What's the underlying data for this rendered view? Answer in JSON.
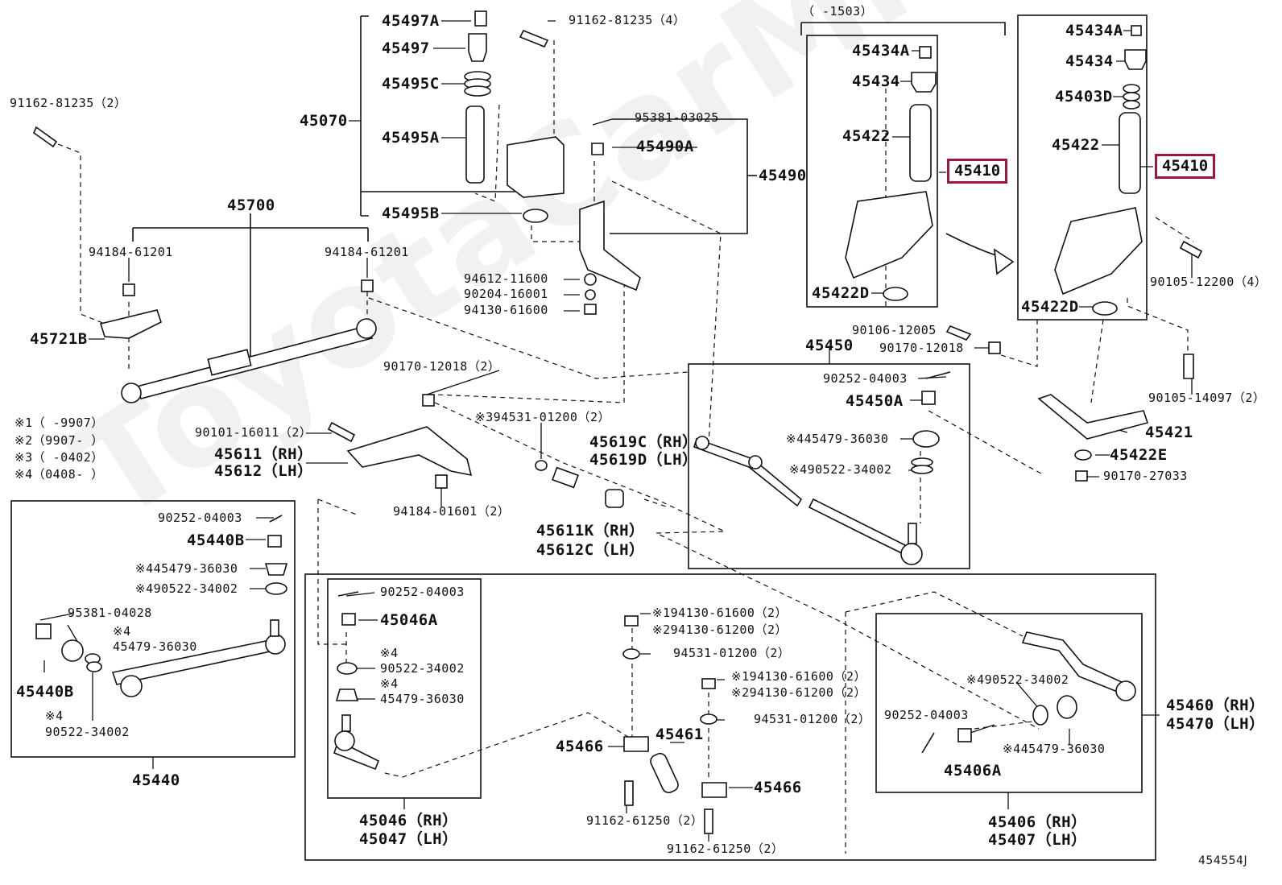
{
  "watermark": "ToyotaCarMine.ru",
  "figure_code": "454554J",
  "highlight_color": "#a0153e",
  "date_notes": [
    "※1（      -9907）",
    "※2（9907-      ）",
    "※3（      -0402）",
    "※4（0408-      ）"
  ],
  "left_assembly_labels": {
    "l_91162_81235_2": "91162-81235（2）",
    "l_45700": "45700",
    "l_94184_61201_a": "94184-61201",
    "l_94184_61201_b": "94184-61201",
    "l_45721B": "45721B",
    "l_90101_16011": "90101-16011（2）",
    "l_45611": "45611（RH）",
    "l_45612": "45612（LH）",
    "l_94184_01601": "94184-01601（2）",
    "l_90170_12018_2": "90170-12018（2）",
    "l_394531": "※394531-01200（2）",
    "l_45619C": "45619C（RH）",
    "l_45619D": "45619D（LH）",
    "l_45611K": "45611K（RH）",
    "l_45612C": "45612C（LH）"
  },
  "idler_labels": {
    "l_45497A": "45497A",
    "l_45497": "45497",
    "l_45495C": "45495C",
    "l_45070": "45070",
    "l_45495A": "45495A",
    "l_45495B": "45495B",
    "l_91162_81235_4": "91162-81235（4）",
    "l_95381_03025": "95381-03025",
    "l_45490A": "45490A",
    "l_45490": "45490",
    "l_94612": "94612-11600",
    "l_90204": "90204-16001",
    "l_94130": "94130-61600"
  },
  "pitman_labels": {
    "l_1503": "（      -1503）",
    "l_45434A_a": "45434A",
    "l_45434_a": "45434",
    "l_45422_a": "45422",
    "l_45422D_a": "45422D",
    "l_45434A_b": "45434A",
    "l_45434_b": "45434",
    "l_45403D": "45403D",
    "l_45422_b": "45422",
    "l_45422D_b": "45422D",
    "l_90105_12200": "90105-12200（4）",
    "l_90106_12005": "90106-12005",
    "l_90170_12018": "90170-12018",
    "l_90105_14097": "90105-14097（2）",
    "l_45421": "45421",
    "l_45422E": "45422E",
    "l_90170_27033": "90170-27033"
  },
  "highlighted_parts": [
    "45410",
    "45410"
  ],
  "center_rod_labels": {
    "l_45450": "45450",
    "l_90252_a": "90252-04003",
    "l_45450A": "45450A",
    "l_445479_a": "※445479-36030",
    "l_490522_a": "※490522-34002"
  },
  "left_box_labels": {
    "l_90252_b": "90252-04003",
    "l_45440B_a": "45440B",
    "l_445479_b": "※445479-36030",
    "l_490522_b": "※490522-34002",
    "l_95381_04028": "95381-04028",
    "l_s4_a": "※4",
    "l_45479_a": "45479-36030",
    "l_45440B_b": "45440B",
    "l_s4_b": "※4",
    "l_90522_a": "90522-34002",
    "l_45440": "45440"
  },
  "bottom_labels": {
    "l_90252_c": "90252-04003",
    "l_45046A": "45046A",
    "l_s4_c": "※4",
    "l_90522_b": "90522-34002",
    "l_s4_d": "※4",
    "l_45479_b": "45479-36030",
    "l_45046": "45046（RH）",
    "l_45047": "45047（LH）",
    "l_194130_a": "※194130-61600（2）",
    "l_294130_a": "※294130-61200（2）",
    "l_94531_a": "94531-01200（2）",
    "l_194130_b": "※194130-61600（2）",
    "l_294130_b": "※294130-61200（2）",
    "l_94531_b": "94531-01200（2）",
    "l_45466_a": "45466",
    "l_45461": "45461",
    "l_45466_b": "45466",
    "l_91162_61250_a": "91162-61250（2）",
    "l_91162_61250_b": "91162-61250（2）",
    "l_490522_c": "※490522-34002",
    "l_90252_d": "90252-04003",
    "l_445479_c": "※445479-36030",
    "l_45406A": "45406A",
    "l_45406": "45406（RH）",
    "l_45407": "45407（LH）",
    "l_45460": "45460（RH）",
    "l_45470": "45470（LH）"
  }
}
